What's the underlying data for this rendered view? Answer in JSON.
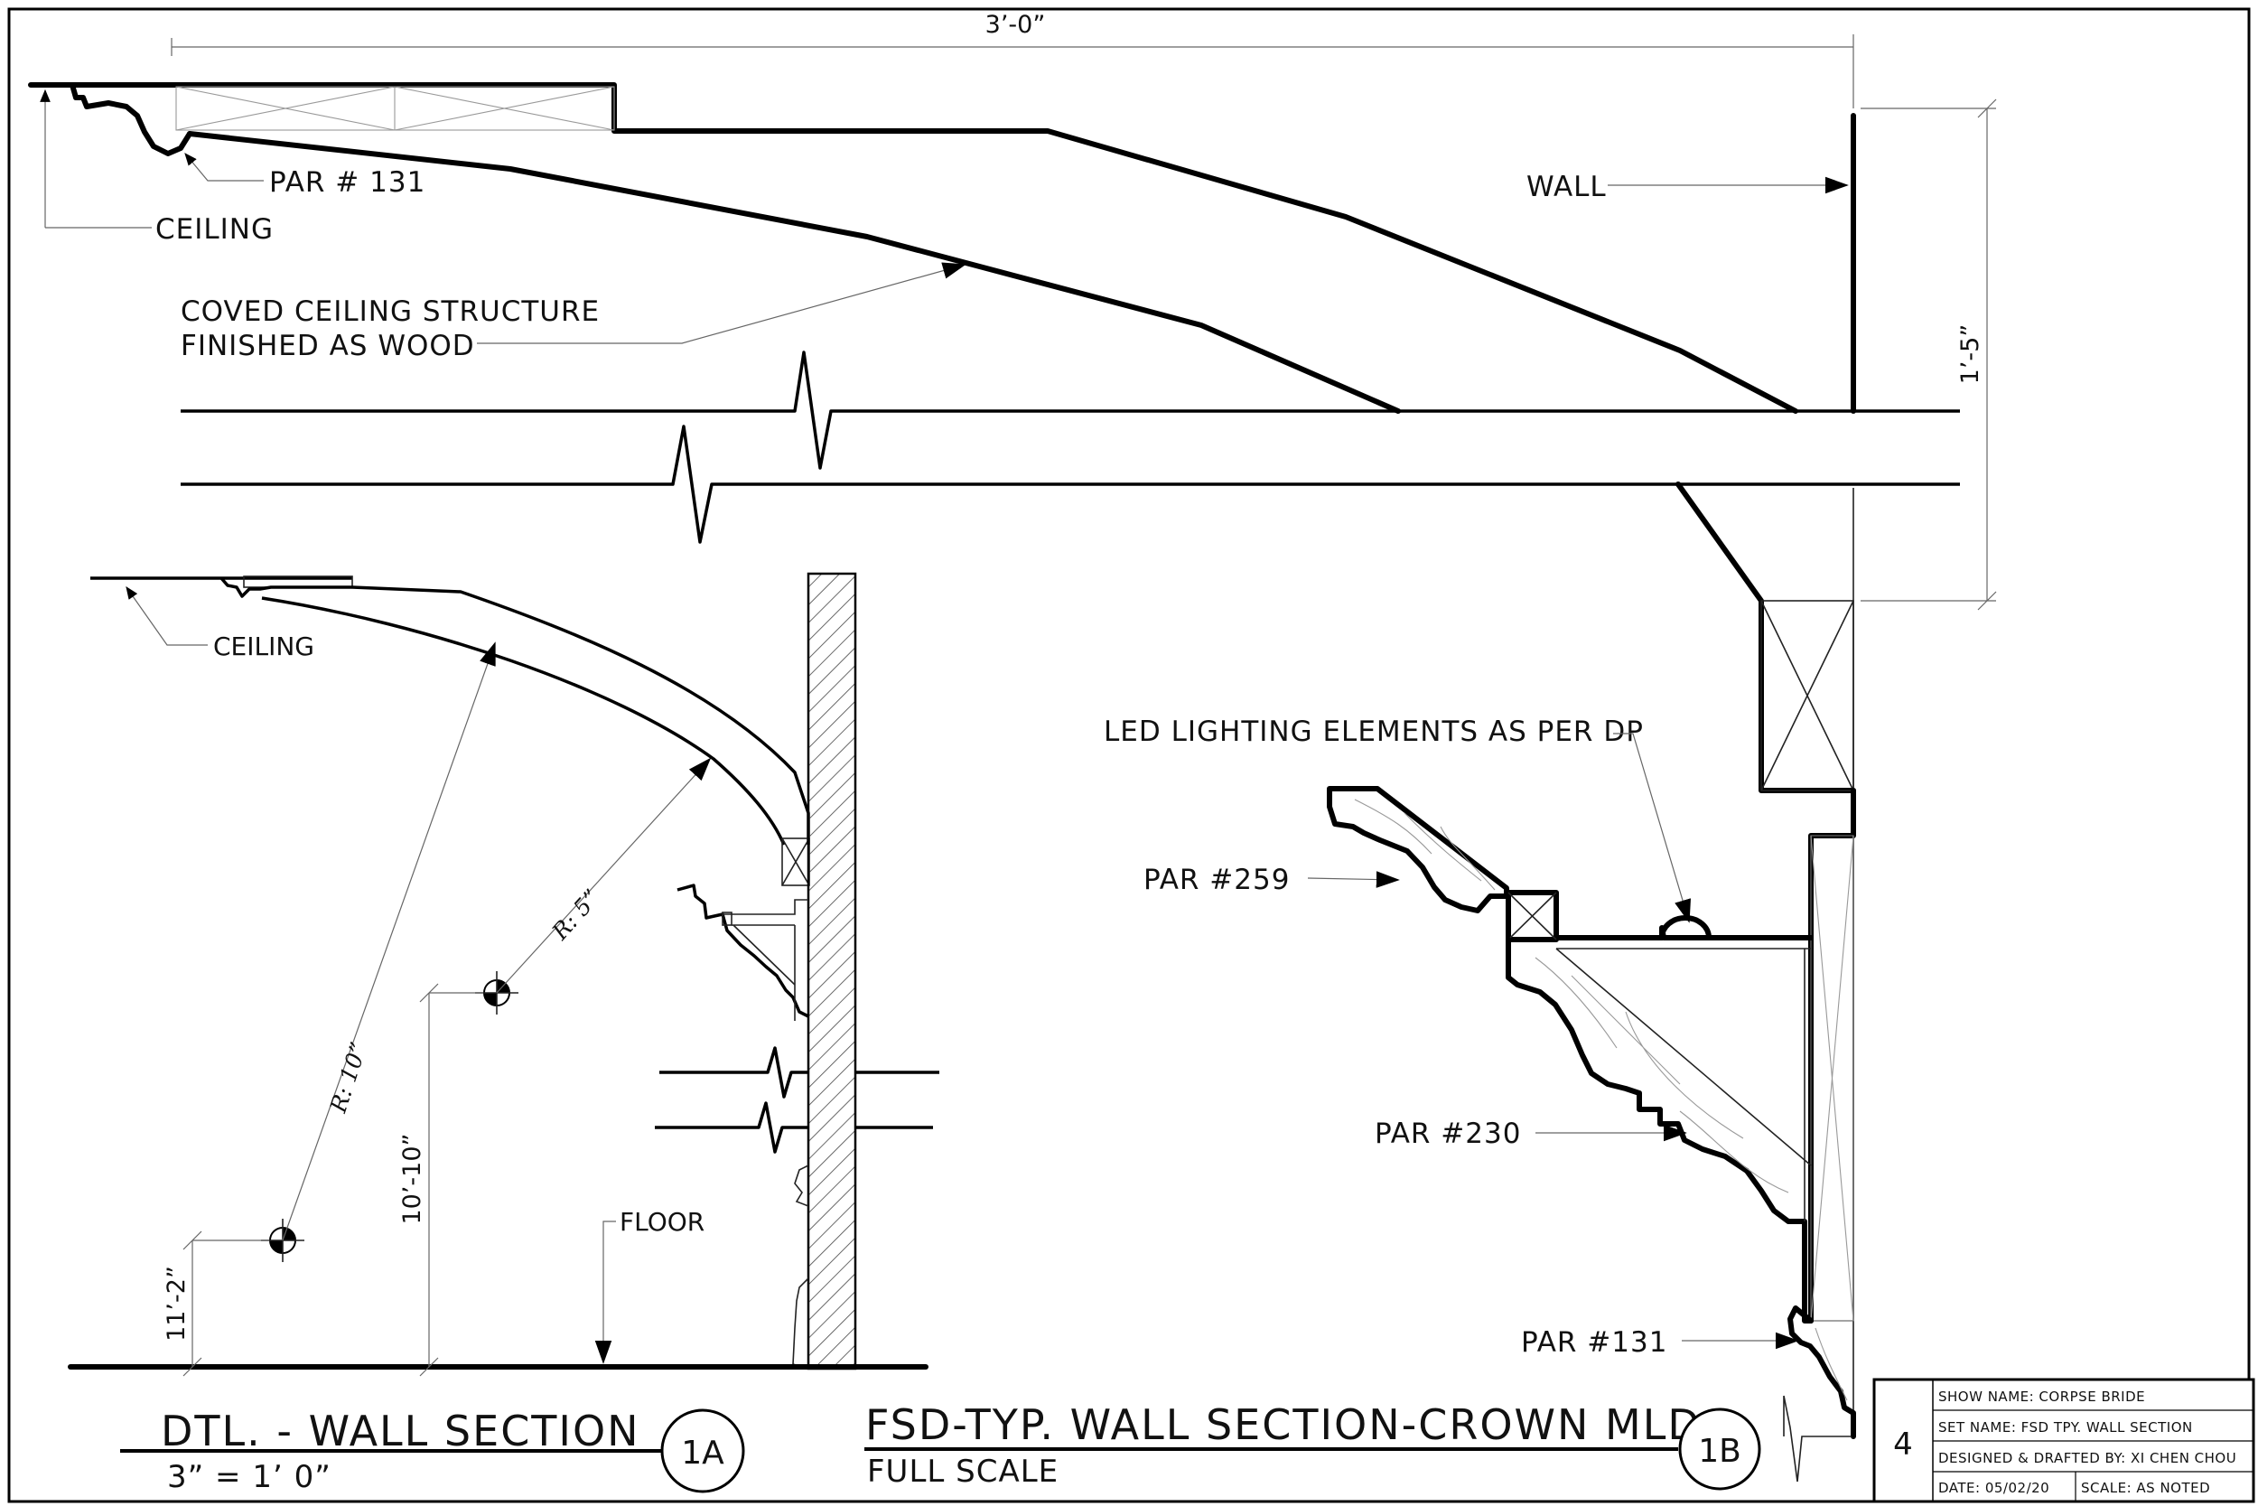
{
  "dimensions": {
    "overall_width": "3’-0”",
    "height_right": "1’-5”",
    "radius_large": "R: 10”",
    "radius_small": "R: 5”",
    "elevation_upper": "10’-10”",
    "elevation_lower": "11’-2”"
  },
  "labels": {
    "par_131_top": "PAR # 131",
    "ceiling_top": "CEILING",
    "wall": "WALL",
    "coved_line1": "COVED CEILING STRUCTURE",
    "coved_line2": "FINISHED AS WOOD",
    "ceiling_left": "CEILING",
    "led": "LED LIGHTING ELEMENTS AS PER DP",
    "par_259": "PAR #259",
    "par_230": "PAR #230",
    "par_131_bottom": "PAR #131",
    "floor": "FLOOR"
  },
  "titles": {
    "detail_1a": "DTL. - WALL SECTION",
    "detail_1a_scale": "3” = 1’ 0”",
    "detail_1a_bubble": "1A",
    "detail_1b": "FSD-TYP. WALL SECTION-CROWN MLD.",
    "detail_1b_scale": "FULL SCALE",
    "detail_1b_bubble": "1B"
  },
  "title_block": {
    "sheet_number": "4",
    "show_name": "SHOW NAME: CORPSE BRIDE",
    "set_name": "SET NAME: FSD TPY. WALL SECTION",
    "designer": "DESIGNED & DRAFTED BY: XI CHEN CHOU",
    "date": "DATE: 05/02/20",
    "scale": "SCALE: AS NOTED"
  }
}
